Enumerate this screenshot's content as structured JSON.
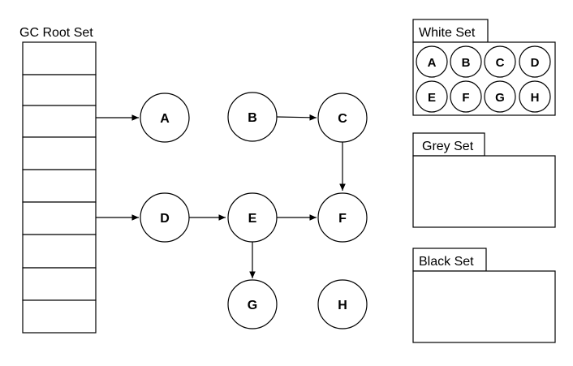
{
  "root_set": {
    "title": "GC Root Set",
    "slot_count": 9
  },
  "graph": {
    "nodes": [
      {
        "id": "A",
        "label": "A"
      },
      {
        "id": "B",
        "label": "B"
      },
      {
        "id": "C",
        "label": "C"
      },
      {
        "id": "D",
        "label": "D"
      },
      {
        "id": "E",
        "label": "E"
      },
      {
        "id": "F",
        "label": "F"
      },
      {
        "id": "G",
        "label": "G"
      },
      {
        "id": "H",
        "label": "H"
      }
    ],
    "edges": [
      {
        "from": "root-slot-3",
        "to": "A"
      },
      {
        "from": "root-slot-6",
        "to": "D"
      },
      {
        "from": "B",
        "to": "C"
      },
      {
        "from": "C",
        "to": "F"
      },
      {
        "from": "D",
        "to": "E"
      },
      {
        "from": "E",
        "to": "F"
      },
      {
        "from": "E",
        "to": "G"
      }
    ]
  },
  "sets": {
    "white": {
      "title": "White Set",
      "members": [
        "A",
        "B",
        "C",
        "D",
        "E",
        "F",
        "G",
        "H"
      ]
    },
    "grey": {
      "title": "Grey Set",
      "members": []
    },
    "black": {
      "title": "Black Set",
      "members": []
    }
  }
}
